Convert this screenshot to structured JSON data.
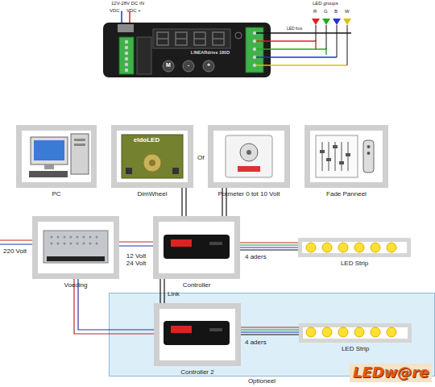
{
  "diagram": {
    "nodes": [
      {
        "text": [
          "PC"
        ]
      },
      {
        "text": [
          "eldoLED",
          "DimWheel"
        ]
      },
      {
        "text": [
          "Potmeter 0 tot 10 Volt"
        ]
      },
      {
        "text": [
          "Fade Panneel"
        ]
      },
      {
        "text": [
          "Voeding"
        ]
      },
      {
        "text": [
          "Controller"
        ]
      },
      {
        "text": [
          "LED Strip"
        ]
      },
      {
        "text": [
          "Optioneel"
        ]
      },
      {
        "text": [
          "Controller 2"
        ],
        "in": 7
      },
      {
        "text": [
          "LED Strip"
        ],
        "in": 7
      }
    ],
    "edges": [
      {
        "from": 1,
        "to": 5,
        "arrow": "none"
      },
      {
        "from": 2,
        "to": 5,
        "arrow": "none"
      },
      {
        "from": 4,
        "to": 5,
        "arrow": "none",
        "label": "12 Volt 24 Volt"
      },
      {
        "from": 5,
        "to": 6,
        "arrow": "none",
        "label": "4 aders"
      },
      {
        "from": 5,
        "to": 8,
        "arrow": "none",
        "label": "Link"
      },
      {
        "from": 4,
        "to": 8,
        "arrow": "none"
      },
      {
        "from": 8,
        "to": 9,
        "arrow": "none",
        "label": "4 aders"
      }
    ],
    "labels": [
      "12V-28V DC IN",
      "VDC -",
      "VDC +",
      "LED groups",
      "R",
      "G",
      "B",
      "W",
      "LED bus",
      "LINEARdrive 180D",
      "M",
      "-",
      "+",
      "Of",
      "220 Volt",
      "LEDw@re"
    ]
  }
}
